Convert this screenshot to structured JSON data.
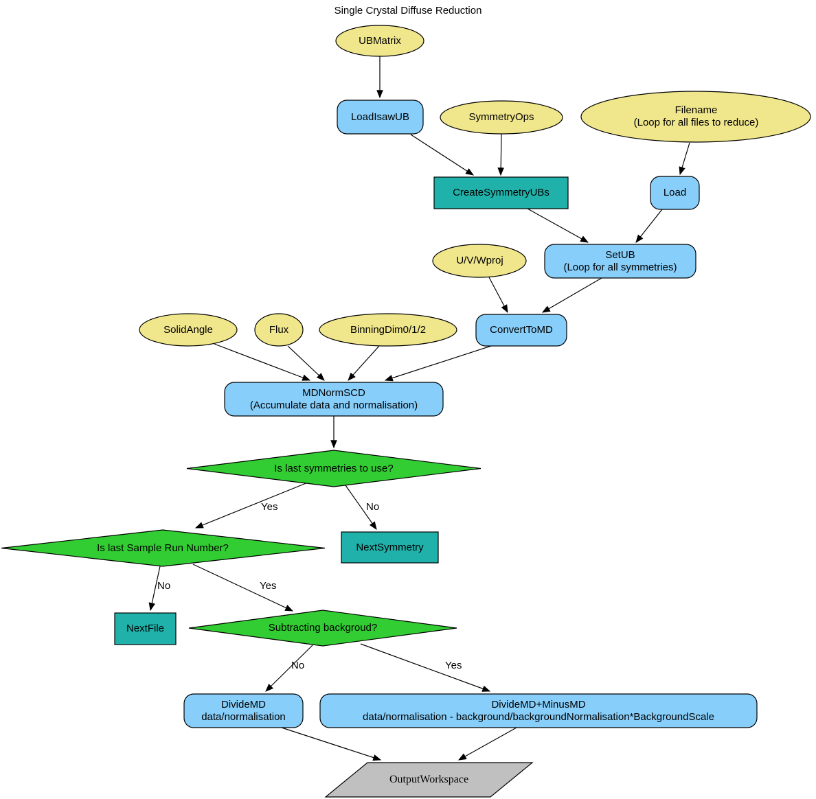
{
  "title": "Single Crystal Diffuse Reduction",
  "colors": {
    "parameter": "#F0E68C",
    "algorithm": "#87CEFA",
    "process": "#20B2AA",
    "decision": "#32CD32",
    "output": "#C0C0C0",
    "stroke": "#000000"
  },
  "nodes": {
    "ubmatrix": {
      "label": "UBMatrix"
    },
    "loadisawub": {
      "label": "LoadIsawUB"
    },
    "symmetryops": {
      "label": "SymmetryOps"
    },
    "filename": {
      "line1": "Filename",
      "line2": "(Loop for all files to reduce)"
    },
    "createsymmetryubs": {
      "label": "CreateSymmetryUBs"
    },
    "load": {
      "label": "Load"
    },
    "uvwproj": {
      "label": "U/V/Wproj"
    },
    "setub": {
      "line1": "SetUB",
      "line2": "(Loop for all symmetries)"
    },
    "converttomd": {
      "label": "ConvertToMD"
    },
    "solidangle": {
      "label": "SolidAngle"
    },
    "flux": {
      "label": "Flux"
    },
    "binningdim": {
      "label": "BinningDim0/1/2"
    },
    "mdnormscd": {
      "line1": "MDNormSCD",
      "line2": "(Accumulate data and normalisation)"
    },
    "decision_symmetries": {
      "label": "Is last symmetries to use?"
    },
    "nextsymmetry": {
      "label": "NextSymmetry"
    },
    "decision_samplerun": {
      "label": "Is last Sample Run Number?"
    },
    "nextfile": {
      "label": "NextFile"
    },
    "decision_background": {
      "label": "Subtracting backgroud?"
    },
    "dividemd": {
      "line1": "DivideMD",
      "line2": "data/normalisation"
    },
    "dividemd_minusmd": {
      "line1": "DivideMD+MinusMD",
      "line2": "data/normalisation - background/backgroundNormalisation*BackgroundScale"
    },
    "outputworkspace": {
      "label": "OutputWorkspace"
    }
  },
  "edge_labels": {
    "d1_yes": "Yes",
    "d1_no": "No",
    "d2_no": "No",
    "d2_yes": "Yes",
    "d3_no": "No",
    "d3_yes": "Yes"
  }
}
